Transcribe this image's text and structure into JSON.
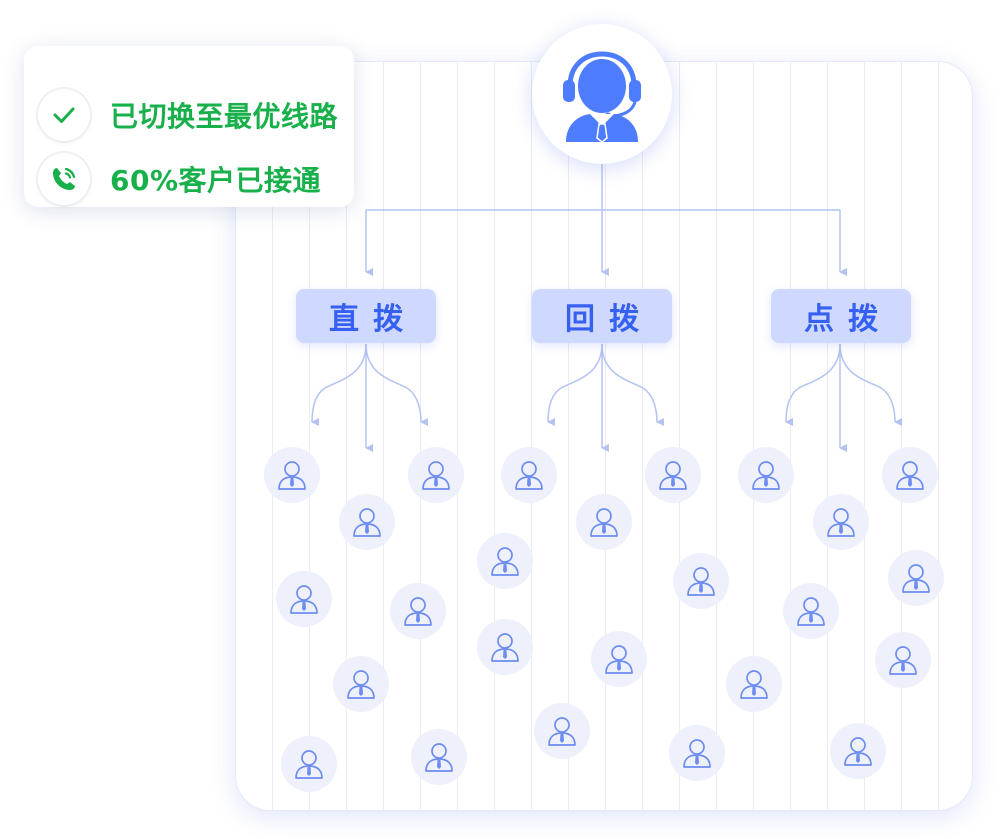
{
  "status_card": {
    "line_switched": "已切换至最优线路",
    "connected_rate": "60%客户已接通",
    "check_icon": "check-icon",
    "phone_icon": "phone-ringing-icon"
  },
  "agent": {
    "icon": "agent-headset-icon"
  },
  "dial_modes": [
    {
      "label": "直拨"
    },
    {
      "label": "回拨"
    },
    {
      "label": "点拨"
    }
  ],
  "customers": {
    "icon": "customer-icon"
  },
  "colors": {
    "accent": "#3560f0",
    "agent_blue": "#4d7cff",
    "success_green": "#18b04a",
    "button_bg": "#cfd9ff",
    "connector": "#b3c3f2",
    "customer_bg": "#eef1fb",
    "customer_line": "#6d8cf0"
  }
}
